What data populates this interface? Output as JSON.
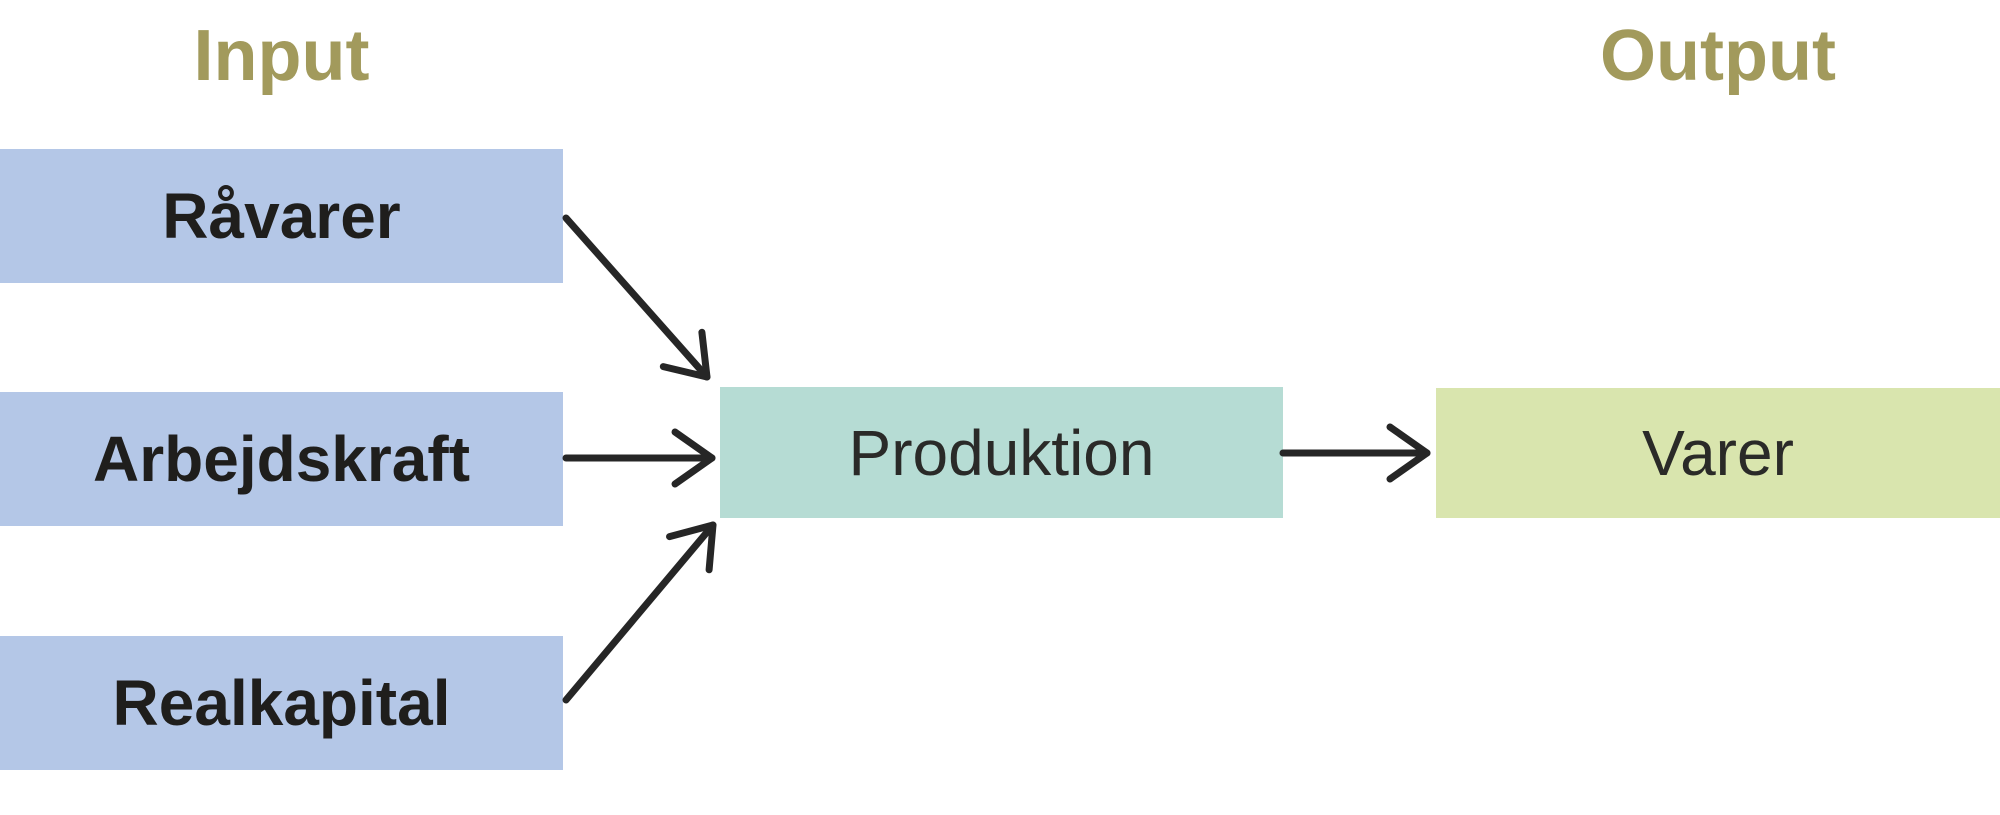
{
  "headings": {
    "input": "Input",
    "output": "Output"
  },
  "input_boxes": [
    {
      "label": "Råvarer"
    },
    {
      "label": "Arbejdskraft"
    },
    {
      "label": "Realkapital"
    }
  ],
  "process_box": {
    "label": "Produktion"
  },
  "output_box": {
    "label": "Varer"
  },
  "colors": {
    "background": "#ffffff",
    "heading_text": "#a29a5c",
    "input_box_bg": "#b4c7e7",
    "process_box_bg": "#b6dcd4",
    "output_box_bg": "#d9e5ae",
    "box_label_text": "#1f1e1c",
    "arrow": "#262626"
  }
}
